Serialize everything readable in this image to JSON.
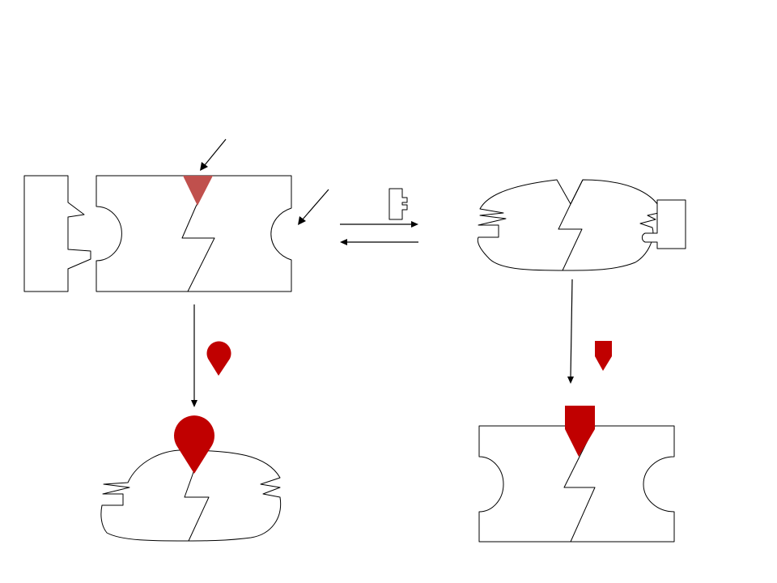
{
  "colors": {
    "background": "#ffffff",
    "outline": "#000000",
    "marker_light": "#c0504d",
    "marker_dark": "#c00000"
  },
  "panels": [
    {
      "id": "top-left",
      "state": "flat rectangular strip with lightning crack, semicircular end notches, and separate end block"
    },
    {
      "id": "top-right",
      "state": "rounded bulging shape with crack, sawtooth ends, small block attached"
    },
    {
      "id": "bottom-left",
      "state": "rounded shape with crack and red drop marker on top"
    },
    {
      "id": "bottom-right",
      "state": "flat rectangular strip with crack and red pentagon marker on top"
    }
  ],
  "icons": [
    "arrow-icon",
    "double-arrow-icon",
    "drop-marker-icon",
    "pentagon-marker-icon",
    "triangle-marker-icon",
    "bracket-block-icon"
  ]
}
